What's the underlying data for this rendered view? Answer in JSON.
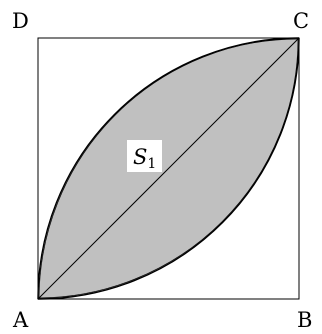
{
  "diagram": {
    "vertices": {
      "a": "A",
      "b": "B",
      "c": "C",
      "d": "D"
    },
    "region": {
      "letter": "S",
      "subscript": "1"
    },
    "colors": {
      "fill": "#c0c0c0",
      "stroke": "#000000",
      "label_background": "#ffffff"
    }
  }
}
